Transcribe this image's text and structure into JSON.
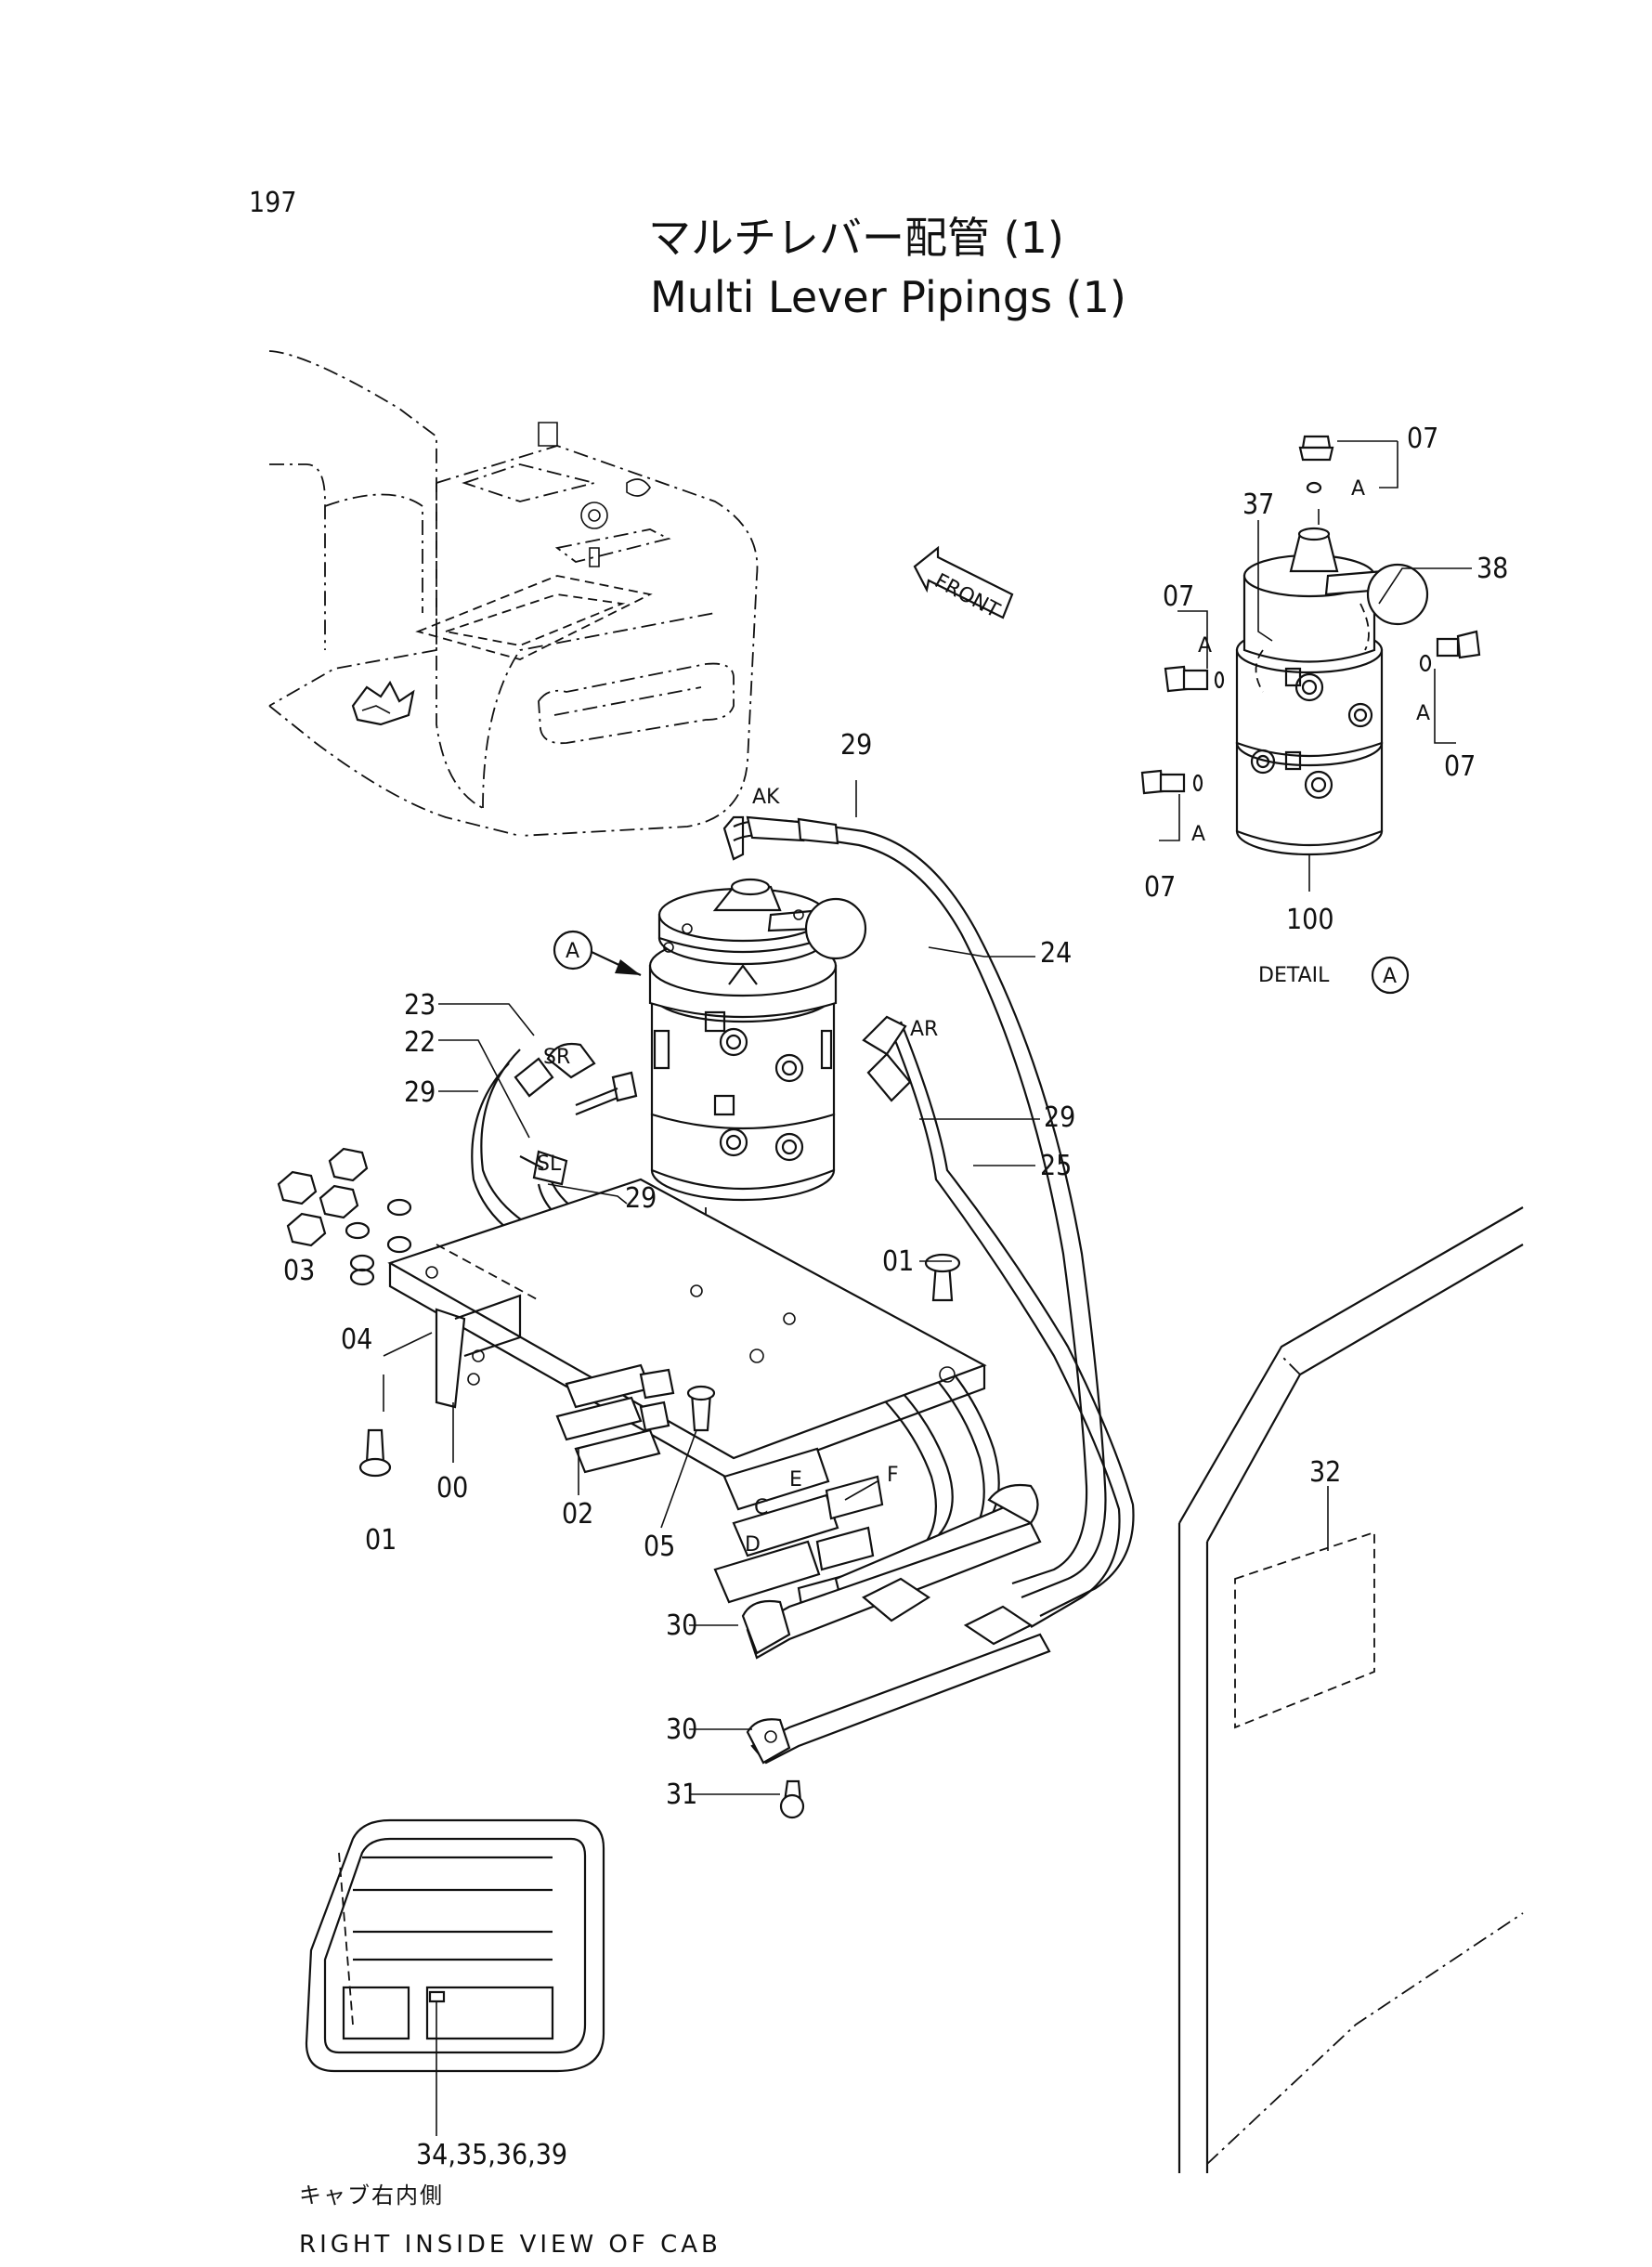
{
  "page_number": "197",
  "title_jp": "マルチレバー配管 (1)",
  "title_en": "Multi Lever Pipings (1)",
  "front_label": "FRONT",
  "detail_caption": "DETAIL",
  "detail_ref": "A",
  "callout_a": "A",
  "cab_caption_jp": "キャブ右内側",
  "cab_caption_en": "RIGHT INSIDE VIEW OF CAB",
  "port_labels": {
    "ak": "AK",
    "ar": "AR",
    "sr": "SR",
    "sl": "SL",
    "e": "E",
    "c": "C",
    "d": "D",
    "f": "F"
  },
  "detail_a_labels": {
    "a1": "A",
    "a2": "A",
    "a3": "A",
    "a4": "A"
  },
  "part_numbers": {
    "p07_top": "07",
    "p37": "37",
    "p38": "38",
    "p07_left": "07",
    "p07_right": "07",
    "p07_bottom": "07",
    "p100": "100",
    "p29_top": "29",
    "p24": "24",
    "p23": "23",
    "p22": "22",
    "p29_left": "29",
    "p29_mid": "29",
    "p29_right": "29",
    "p25": "25",
    "p01_right": "01",
    "p03": "03",
    "p04": "04",
    "p01_left": "01",
    "p00": "00",
    "p02": "02",
    "p05": "05",
    "p30_a": "30",
    "p30_b": "30",
    "p31": "31",
    "p32": "32",
    "p34": "34,35,36,39"
  }
}
